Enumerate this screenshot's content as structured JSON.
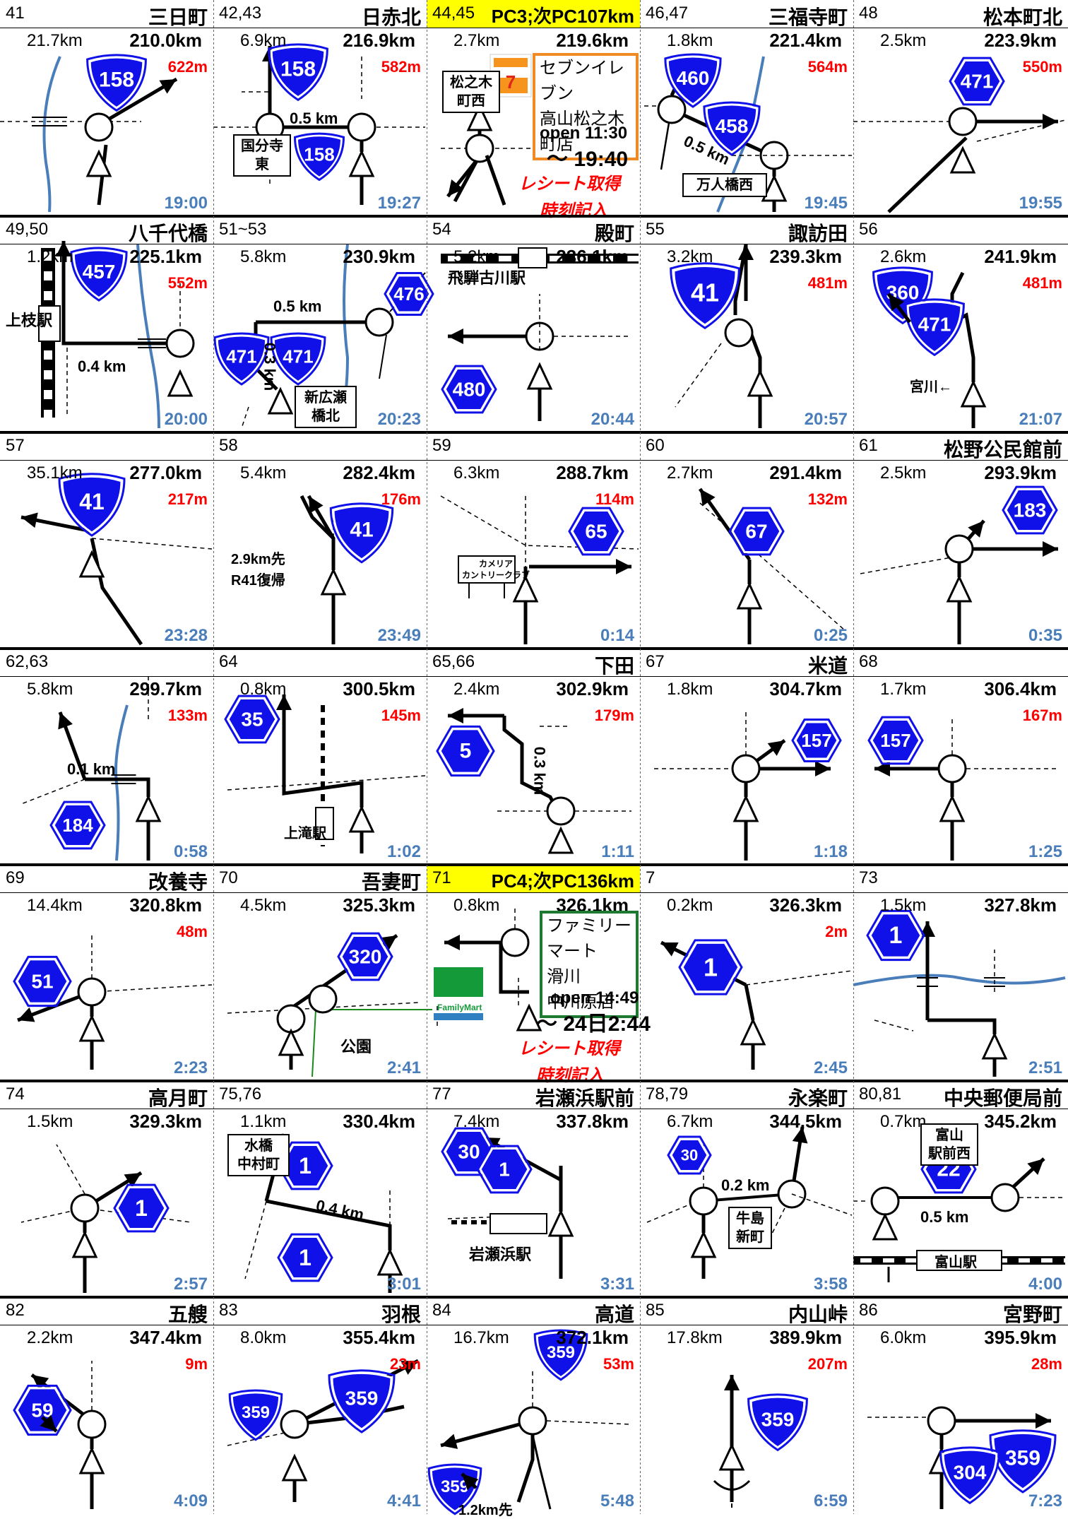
{
  "cells": [
    {
      "num": "41",
      "name": "三日町",
      "seg": "21.7km",
      "total": "210.0km",
      "elev": "622m",
      "time": "19:00"
    },
    {
      "num": "42,43",
      "name": "日赤北",
      "seg": "6.9km",
      "total": "216.9km",
      "elev": "582m",
      "time": "19:27"
    },
    {
      "num": "44,45",
      "name": "",
      "pc": "PC3;次PC107km",
      "seg": "2.7km",
      "total": "219.6km",
      "elev": "",
      "time": ""
    },
    {
      "num": "46,47",
      "name": "三福寺町",
      "seg": "1.8km",
      "total": "221.4km",
      "elev": "564m",
      "time": "19:45"
    },
    {
      "num": "48",
      "name": "松本町北",
      "seg": "2.5km",
      "total": "223.9km",
      "elev": "550m",
      "time": "19:55"
    },
    {
      "num": "49,50",
      "name": "八千代橋",
      "seg": "1.2km",
      "total": "225.1km",
      "elev": "552m",
      "time": "20:00"
    },
    {
      "num": "51~53",
      "name": "",
      "seg": "5.8km",
      "total": "230.9km",
      "elev": "",
      "time": "20:23"
    },
    {
      "num": "54",
      "name": "殿町",
      "seg": "5.2km",
      "total": "236.1km",
      "elev": "",
      "time": "20:44"
    },
    {
      "num": "55",
      "name": "諏訪田",
      "seg": "3.2km",
      "total": "239.3km",
      "elev": "481m",
      "time": "20:57"
    },
    {
      "num": "56",
      "name": "",
      "seg": "2.6km",
      "total": "241.9km",
      "elev": "481m",
      "time": "21:07"
    },
    {
      "num": "57",
      "name": "",
      "seg": "35.1km",
      "total": "277.0km",
      "elev": "217m",
      "time": "23:28"
    },
    {
      "num": "58",
      "name": "",
      "seg": "5.4km",
      "total": "282.4km",
      "elev": "176m",
      "time": "23:49"
    },
    {
      "num": "59",
      "name": "",
      "seg": "6.3km",
      "total": "288.7km",
      "elev": "114m",
      "time": "0:14"
    },
    {
      "num": "60",
      "name": "",
      "seg": "2.7km",
      "total": "291.4km",
      "elev": "132m",
      "time": "0:25"
    },
    {
      "num": "61",
      "name": "松野公民館前",
      "seg": "2.5km",
      "total": "293.9km",
      "elev": "",
      "time": "0:35"
    },
    {
      "num": "62,63",
      "name": "",
      "seg": "5.8km",
      "total": "299.7km",
      "elev": "133m",
      "time": "0:58"
    },
    {
      "num": "64",
      "name": "",
      "seg": "0.8km",
      "total": "300.5km",
      "elev": "145m",
      "time": "1:02"
    },
    {
      "num": "65,66",
      "name": "下田",
      "seg": "2.4km",
      "total": "302.9km",
      "elev": "179m",
      "time": "1:11"
    },
    {
      "num": "67",
      "name": "米道",
      "seg": "1.8km",
      "total": "304.7km",
      "elev": "",
      "time": "1:18"
    },
    {
      "num": "68",
      "name": "",
      "seg": "1.7km",
      "total": "306.4km",
      "elev": "167m",
      "time": "1:25"
    },
    {
      "num": "69",
      "name": "改養寺",
      "seg": "14.4km",
      "total": "320.8km",
      "elev": "48m",
      "time": "2:23"
    },
    {
      "num": "70",
      "name": "吾妻町",
      "seg": "4.5km",
      "total": "325.3km",
      "elev": "",
      "time": "2:41"
    },
    {
      "num": "71",
      "name": "",
      "pc": "PC4;次PC136km",
      "seg": "0.8km",
      "total": "326.1km",
      "elev": "",
      "time": ""
    },
    {
      "num": "7",
      "name": "",
      "seg": "0.2km",
      "total": "326.3km",
      "elev": "2m",
      "time": "2:45"
    },
    {
      "num": "73",
      "name": "",
      "seg": "1.5km",
      "total": "327.8km",
      "elev": "",
      "time": "2:51"
    },
    {
      "num": "74",
      "name": "高月町",
      "seg": "1.5km",
      "total": "329.3km",
      "elev": "",
      "time": "2:57"
    },
    {
      "num": "75,76",
      "name": "",
      "seg": "1.1km",
      "total": "330.4km",
      "elev": "",
      "time": "3:01"
    },
    {
      "num": "77",
      "name": "岩瀬浜駅前",
      "seg": "7.4km",
      "total": "337.8km",
      "elev": "",
      "time": "3:31"
    },
    {
      "num": "78,79",
      "name": "永楽町",
      "seg": "6.7km",
      "total": "344.5km",
      "elev": "",
      "time": "3:58"
    },
    {
      "num": "80,81",
      "name": "中央郵便局前",
      "seg": "0.7km",
      "total": "345.2km",
      "elev": "",
      "time": "4:00"
    },
    {
      "num": "82",
      "name": "五艘",
      "seg": "2.2km",
      "total": "347.4km",
      "elev": "9m",
      "time": "4:09"
    },
    {
      "num": "83",
      "name": "羽根",
      "seg": "8.0km",
      "total": "355.4km",
      "elev": "23m",
      "time": "4:41"
    },
    {
      "num": "84",
      "name": "高道",
      "seg": "16.7km",
      "total": "372.1km",
      "elev": "53m",
      "time": "5:48"
    },
    {
      "num": "85",
      "name": "内山峠",
      "seg": "17.8km",
      "total": "389.9km",
      "elev": "207m",
      "time": "6:59"
    },
    {
      "num": "86",
      "name": "宮野町",
      "seg": "6.0km",
      "total": "395.9km",
      "elev": "28m",
      "time": "7:23"
    }
  ],
  "routes": {
    "r158": "158",
    "r460": "460",
    "r458": "458",
    "r471": "471",
    "r457": "457",
    "r476": "476",
    "r480": "480",
    "r41": "41",
    "r360": "360",
    "r65": "65",
    "r67": "67",
    "r183": "183",
    "r184": "184",
    "r35": "35",
    "r5": "5",
    "r157": "157",
    "r51": "51",
    "r320": "320",
    "r1": "1",
    "r30": "30",
    "r22": "22",
    "r59": "59",
    "r359": "359",
    "r304": "304"
  },
  "labels": {
    "kokubunji": "国分寺\n東",
    "d05": "0.5 km",
    "matsunoki": "松之木\n町西",
    "seven_name": "セブンイレブン\n高山松之木\n町店",
    "open1": "open 11:30",
    "close1": "〜 19:40",
    "receipt": "レシート取得",
    "timestamp": "時刻記入",
    "mannin": "万人橋西",
    "kamieda": "上枝駅",
    "d04": "0.4 km",
    "d03": "0.3 km",
    "shinhirose": "新広瀬\n橋北",
    "hida": "飛騨古川駅",
    "miyagawa": "宮川←",
    "ahead": "2.9km先\nR41復帰",
    "camellia": "カメリア\nカントリークラブ",
    "d01": "0.1 km",
    "kamitaki": "上滝駅",
    "park": "公園",
    "family_name": "ファミリーマート\n滑川\n中川原店",
    "open2": "open 14:49",
    "close2": "〜 24日2:44",
    "familymart": "FamilyMart",
    "mizuhashi": "水橋\n中村町",
    "iwasehama": "岩瀬浜駅",
    "d02": "0.2 km",
    "ushijima": "牛島\n新町",
    "toyamanishi": "富山\n駅前西",
    "toyamaeki": "富山駅",
    "ahead12": "1.2km先"
  },
  "colors": {
    "shield": "#1010e8",
    "river": "#4a7ebb",
    "elev": "#ff0000",
    "time": "#4a7ebb",
    "pc": "#ffff00"
  }
}
